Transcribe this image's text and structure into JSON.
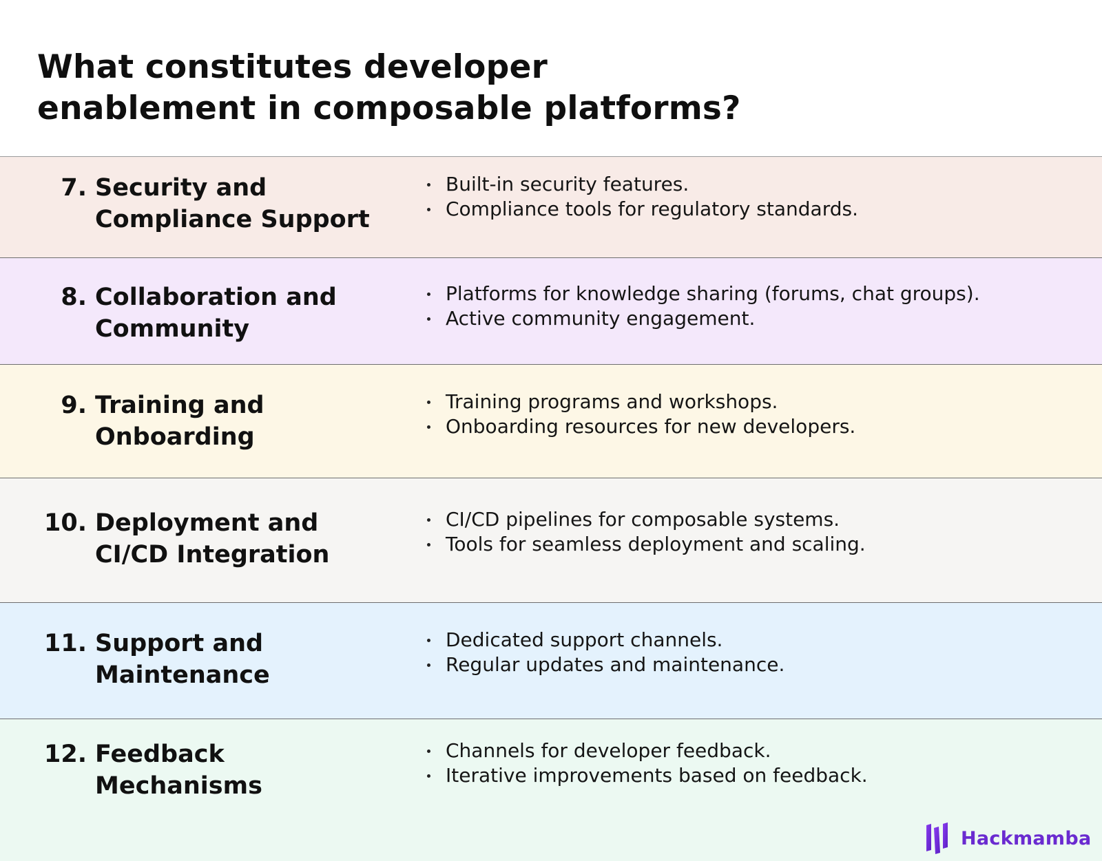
{
  "title": {
    "line1": "What constitutes developer",
    "line2": "enablement in composable platforms?"
  },
  "rows": [
    {
      "number": "7.",
      "heading_line1": "Security and",
      "heading_line2": "Compliance Support",
      "bullets": [
        "Built-in security features.",
        "Compliance tools for regulatory standards."
      ],
      "color": "#f8ebe7"
    },
    {
      "number": "8.",
      "heading_line1": "Collaboration and",
      "heading_line2": "Community",
      "bullets": [
        "Platforms for knowledge sharing (forums, chat groups).",
        "Active community engagement."
      ],
      "color": "#f4e8fb"
    },
    {
      "number": "9.",
      "heading_line1": "Training and",
      "heading_line2": "Onboarding",
      "bullets": [
        "Training programs and workshops.",
        "Onboarding resources for new developers."
      ],
      "color": "#fdf7e6"
    },
    {
      "number": "10.",
      "heading_line1": "Deployment and",
      "heading_line2": "CI/CD Integration",
      "bullets": [
        "CI/CD pipelines for composable systems.",
        "Tools for seamless deployment and scaling."
      ],
      "color": "#f6f5f3"
    },
    {
      "number": "11.",
      "heading_line1": "Support and",
      "heading_line2": "Maintenance",
      "bullets": [
        "Dedicated support channels.",
        "Regular updates and maintenance."
      ],
      "color": "#e4f2fd"
    },
    {
      "number": "12.",
      "heading_line1": "Feedback",
      "heading_line2": "Mechanisms",
      "bullets": [
        "Channels for developer feedback.",
        "Iterative improvements based on feedback."
      ],
      "color": "#ecf9f2"
    }
  ],
  "logo": {
    "text": "Hackmamba",
    "icon": "hackmamba-logo-icon",
    "color": "#6a2bd0"
  }
}
